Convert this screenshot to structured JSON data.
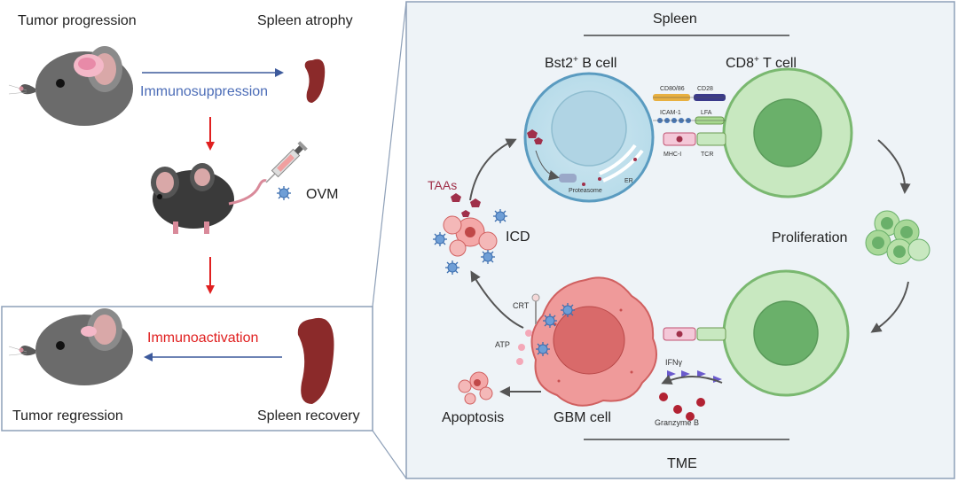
{
  "left_panel": {
    "tumor_progression": "Tumor  progression",
    "spleen_atrophy": "Spleen atrophy",
    "immunosuppression": "Immunosuppression",
    "ovm": "OVM",
    "immunoactivation": "Immunoactivation",
    "tumor_regression": "Tumor  regression",
    "spleen_recovery": "Spleen recovery"
  },
  "right_panel": {
    "spleen": "Spleen",
    "tme": "TME",
    "b_cell": {
      "name": "Bst2",
      "sup": "+",
      "suffix": " B cell"
    },
    "t_cell": {
      "name": "CD8",
      "sup": "+",
      "suffix": " T cell"
    },
    "proliferation": "Proliferation",
    "icd": "ICD",
    "taas": "TAAs",
    "crt": "CRT",
    "atp": "ATP",
    "ifng": "IFNγ",
    "granzyme_b": "Granzyme B",
    "gbm_cell": "GBM cell",
    "apoptosis": "Apoptosis",
    "proteasome": "Proteasome",
    "er": "ER",
    "receptors": {
      "cd80_86": "CD80/86",
      "cd28": "CD28",
      "icam1": "ICAM-1",
      "lfa": "LFA",
      "mhc1": "MHC-I",
      "tcr": "TCR"
    }
  },
  "colors": {
    "panel_bg": "#eef3f7",
    "panel_border": "#8ea0b8",
    "arrow_blue": "#3d5a9c",
    "arrow_red": "#e02020",
    "text_blue": "#4b6cb7",
    "text_red": "#e02020",
    "taas": "#a0304a",
    "granzyme": "#b22233",
    "ifng": "#6a5acd"
  },
  "icons": [
    "mouse-head-icon",
    "spleen-icon",
    "syringe-icon",
    "virus-icon",
    "mouse-body-icon",
    "b-cell-icon",
    "t-cell-icon",
    "tumor-cell-icon",
    "cell-cluster-icon"
  ]
}
